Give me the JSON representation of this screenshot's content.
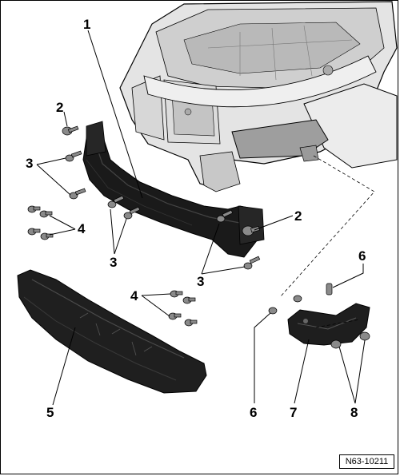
{
  "figure": {
    "reference_code": "N63-10211",
    "callouts": [
      {
        "id": "c1",
        "label": "1"
      },
      {
        "id": "c2a",
        "label": "2"
      },
      {
        "id": "c2b",
        "label": "2"
      },
      {
        "id": "c3a",
        "label": "3"
      },
      {
        "id": "c3b",
        "label": "3"
      },
      {
        "id": "c3c",
        "label": "3"
      },
      {
        "id": "c4a",
        "label": "4"
      },
      {
        "id": "c4b",
        "label": "4"
      },
      {
        "id": "c5",
        "label": "5"
      },
      {
        "id": "c6a",
        "label": "6"
      },
      {
        "id": "c6b",
        "label": "6"
      },
      {
        "id": "c7",
        "label": "7"
      },
      {
        "id": "c8",
        "label": "8"
      }
    ]
  },
  "colors": {
    "line": "#000000",
    "part_dark": "#1a1a1a",
    "part_mid": "#3a3a3a",
    "body_light": "#e4e4e4",
    "body_mid": "#bdbdbd",
    "screw": "#8a8a8a"
  }
}
